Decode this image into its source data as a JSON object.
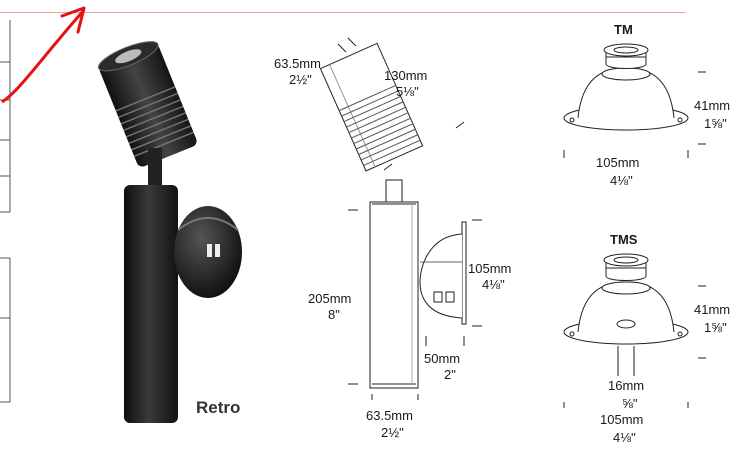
{
  "product_name": "Retro",
  "colors": {
    "accent_line": "#e8a0a0",
    "arrow": "#e81010",
    "fixture_black": "#1c1c1c"
  },
  "fixture": {
    "head_diameter_mm": "63.5mm",
    "head_diameter_in": "2½\"",
    "head_length_mm": "130mm",
    "head_length_in": "5⅛\"",
    "body_height_mm": "205mm",
    "body_height_in": "8\"",
    "body_diameter_mm": "63.5mm",
    "body_diameter_in": "2½\"",
    "mount_diameter_mm": "105mm",
    "mount_diameter_in": "4⅛\"",
    "mount_depth_mm": "50mm",
    "mount_depth_in": "2\""
  },
  "tm": {
    "title": "TM",
    "height_mm": "41mm",
    "height_in": "1⅝\"",
    "width_mm": "105mm",
    "width_in": "4⅛\""
  },
  "tms": {
    "title": "TMS",
    "height_mm": "41mm",
    "height_in": "1⅝\"",
    "hole_mm": "16mm",
    "hole_in": "⅝\"",
    "width_mm": "105mm",
    "width_in": "4⅛\""
  }
}
